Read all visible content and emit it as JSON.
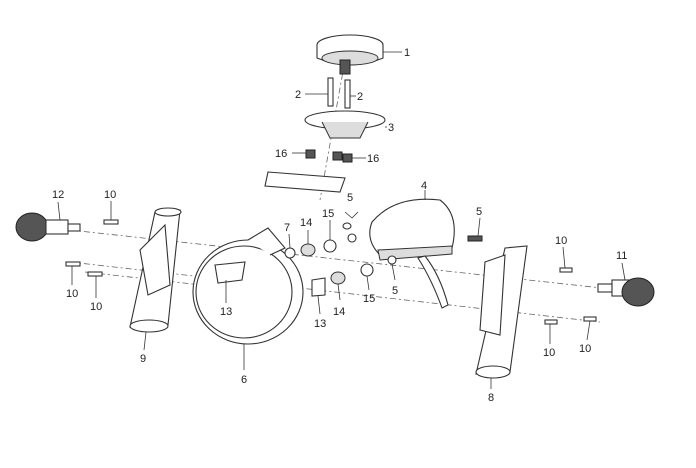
{
  "diagram": {
    "title": "Headlight / instrument exploded view",
    "callouts": [
      "1",
      "2",
      "2",
      "3",
      "16",
      "16",
      "4",
      "5",
      "5",
      "5",
      "15",
      "15",
      "14",
      "14",
      "7",
      "12",
      "10",
      "10",
      "10",
      "10",
      "10",
      "10",
      "11",
      "9",
      "6",
      "13",
      "13",
      "8"
    ],
    "colors": {
      "line": "#333333",
      "background": "#ffffff"
    }
  }
}
